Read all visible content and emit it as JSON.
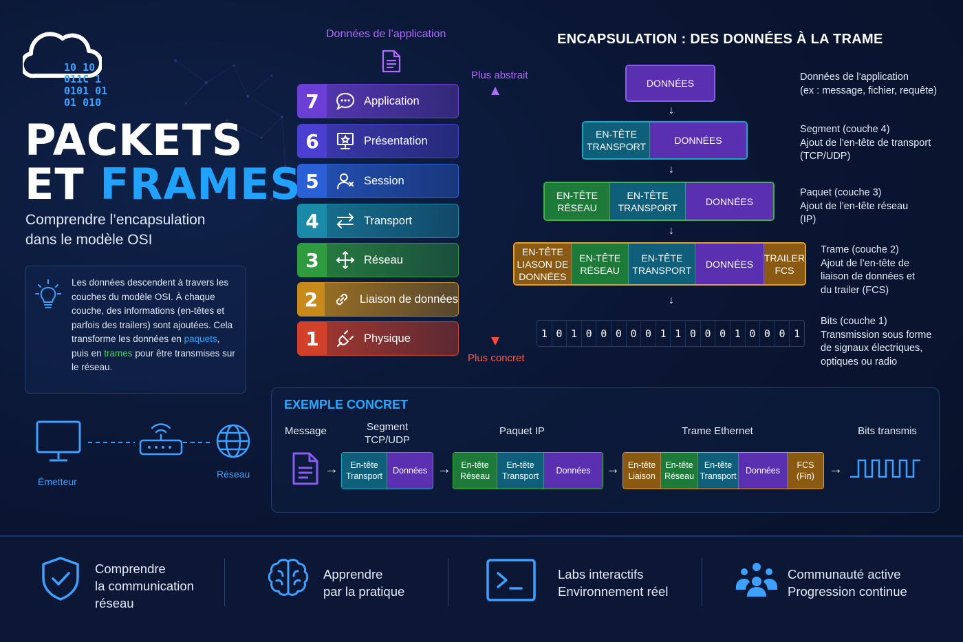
{
  "hero": {
    "bits": [
      "10  10",
      "011C 1",
      "0101 01",
      "01  010"
    ],
    "title_line1": "PACKETS",
    "title_line2_a": "ET ",
    "title_line2_b": "FRAMES",
    "subtitle_line1": "Comprendre l’encapsulation",
    "subtitle_line2": "dans le modèle OSI"
  },
  "info": {
    "text_1": "Les données descendent à travers les couches du modèle OSI. À chaque couche, des informations (en-têtes et parfois des trailers) sont ajoutées.",
    "text_2": "Cela transforme les données en ",
    "word_packets": "paquets",
    "text_3": ", puis en ",
    "word_frames": "trames",
    "text_4": " pour être transmises sur le réseau."
  },
  "network": {
    "sender": "Émetteur",
    "network": "Réseau"
  },
  "osi": {
    "top_label": "Données de l’application",
    "abstract": "Plus abstrait",
    "concrete": "Plus concret",
    "layers": [
      {
        "num": "7",
        "label": "Application",
        "color": "#6b3fd6",
        "icon": "chat-icon"
      },
      {
        "num": "6",
        "label": "Présentation",
        "color": "#4a3fd0",
        "icon": "presentation-icon"
      },
      {
        "num": "5",
        "label": "Session",
        "color": "#2a5fd6",
        "icon": "user-icon"
      },
      {
        "num": "4",
        "label": "Transport",
        "color": "#1a8aa8",
        "icon": "swap-icon"
      },
      {
        "num": "3",
        "label": "Réseau",
        "color": "#2f9a3e",
        "icon": "move-icon"
      },
      {
        "num": "2",
        "label": "Liaison de données",
        "color": "#c88a1a",
        "icon": "link-icon"
      },
      {
        "num": "1",
        "label": "Physique",
        "color": "#d2402a",
        "icon": "plug-icon"
      }
    ]
  },
  "encap": {
    "title": "ENCAPSULATION : DES DONNÉES À LA TRAME",
    "data": "DONNÉES",
    "transport_line1": "EN-TÊTE",
    "transport_line2": "TRANSPORT",
    "network_line1": "EN-TÊTE",
    "network_line2": "RÉSEAU",
    "link_line1": "EN-TÊTE",
    "link_line2": "LIASON DE",
    "link_line3": "DONNÉES",
    "trailer_line1": "TRAILER",
    "trailer_line2": "FCS",
    "bits": [
      "1",
      "0",
      "1",
      "0",
      "0",
      "0",
      "0",
      "0",
      "1",
      "1",
      "0",
      "0",
      "0",
      "1",
      "0",
      "0",
      "0",
      "1"
    ],
    "descs": [
      {
        "line1": "Données de l’application",
        "line2": "(ex : message, fichier, requête)"
      },
      {
        "line1": "Segment (couche 4)",
        "line2": "Ajout de l’en-tête de transport",
        "line3": "(TCP/UDP)"
      },
      {
        "line1": "Paquet (couche 3)",
        "line2": "Ajout de l’en-tête réseau",
        "line3": "(IP)"
      },
      {
        "line1": "Trame (couche 2)",
        "line2": "Ajout de l’en-tête de",
        "line3": "liaison de données et",
        "line4": "du trailer (FCS)"
      },
      {
        "line1": "Bits (couche 1)",
        "line2": "Transmission sous forme",
        "line3": "de signaux électriques,",
        "line4": "optiques ou radio"
      }
    ]
  },
  "example": {
    "title": "EXEMPLE CONCRET",
    "h_message": "Message",
    "h_segment_1": "Segment",
    "h_segment_2": "TCP/UDP",
    "h_packet": "Paquet IP",
    "h_frame": "Trame Ethernet",
    "h_bits": "Bits transmis",
    "entete": "En-tête",
    "transport": "Transport",
    "reseau": "Réseau",
    "liaison": "Liaison",
    "donnees": "Données",
    "fcs_1": "FCS",
    "fcs_2": "(Fin)"
  },
  "footer": {
    "items": [
      {
        "line1": "Comprendre",
        "line2": "la communication",
        "line3": "réseau",
        "icon": "shield-check-icon"
      },
      {
        "line1": "Apprendre",
        "line2": "par la pratique",
        "icon": "brain-icon"
      },
      {
        "line1": "Labs interactifs",
        "line2": "Environnement réel",
        "icon": "terminal-icon"
      },
      {
        "line1": "Communauté active",
        "line2": "Progression continue",
        "icon": "community-icon"
      }
    ]
  },
  "colors": {
    "accent_blue": "#21a2ff",
    "purple": "#6b3fd6",
    "teal": "#1a8aa8",
    "green": "#2f9a3e",
    "orange": "#c88a1a",
    "red": "#d2402a"
  }
}
